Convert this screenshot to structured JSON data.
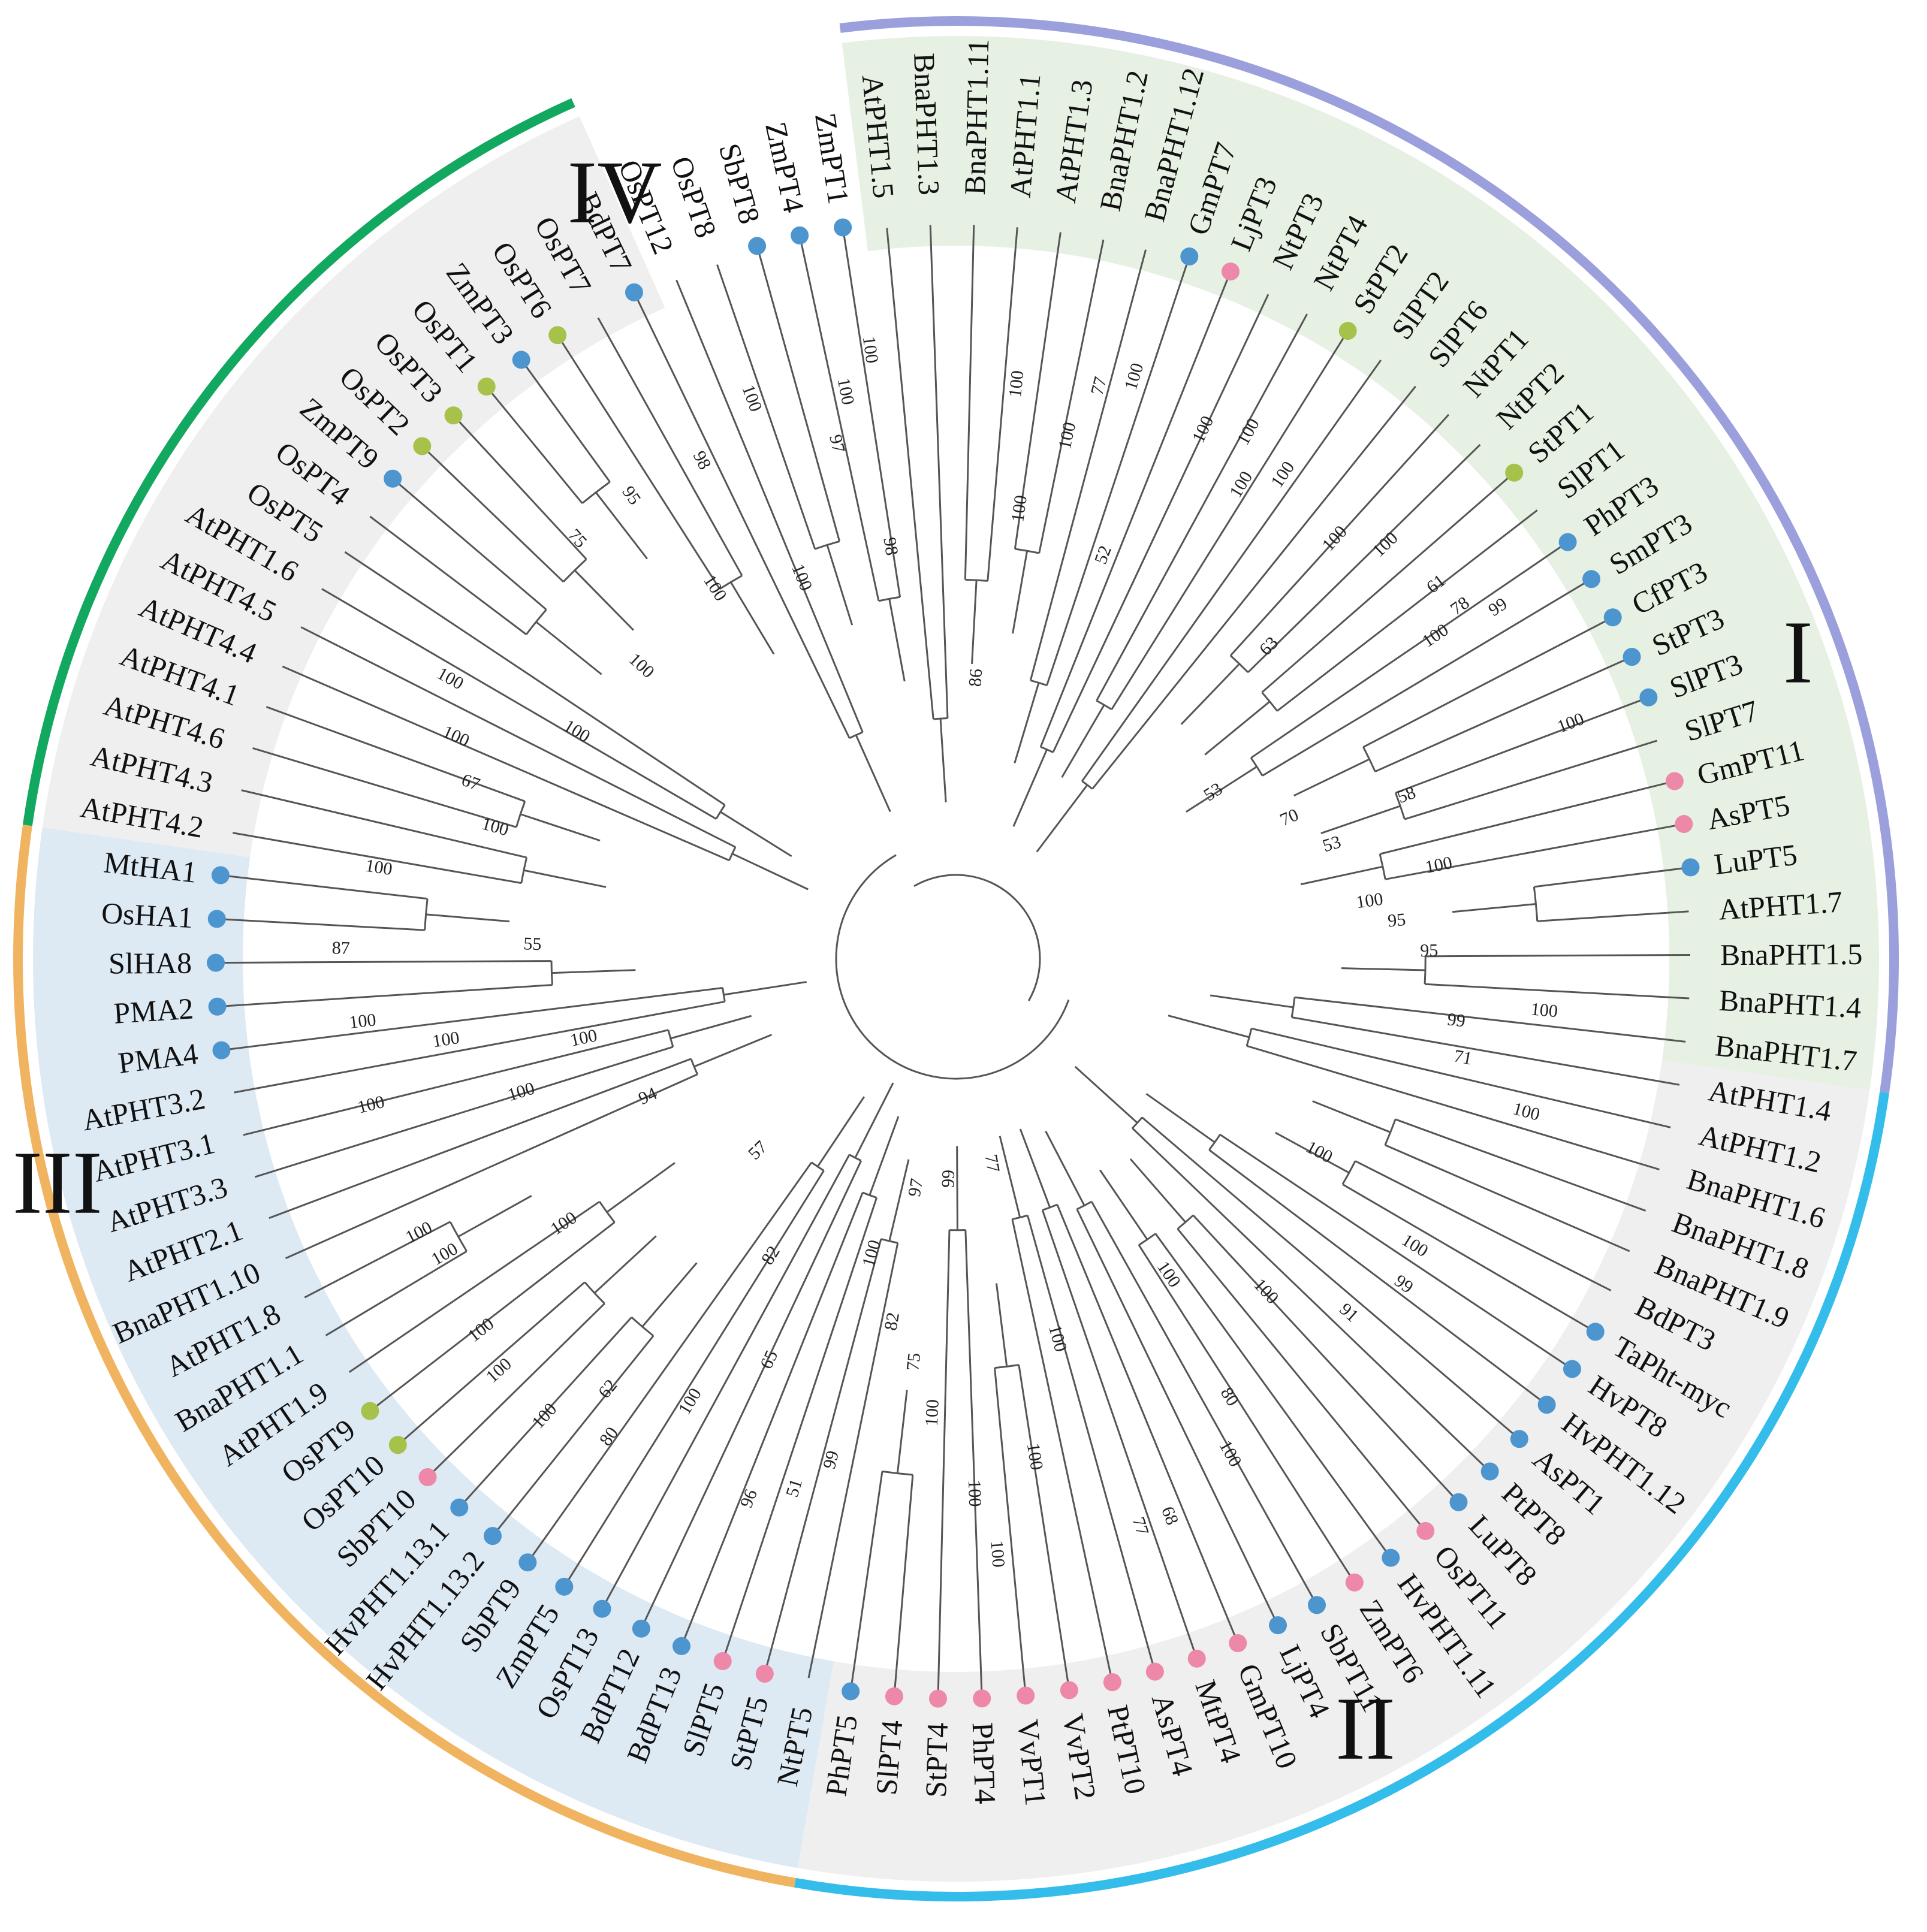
{
  "diagram": {
    "type": "circular-phylogenetic-tree",
    "clades": [
      {
        "id": "I",
        "label": "I",
        "bg": "#e6f1e4",
        "ring": "#9b9fdc",
        "from": 0,
        "to": 30
      },
      {
        "id": "II",
        "label": "II",
        "bg": "#efefef",
        "ring": "#34bdea",
        "from": 31,
        "to": 57
      },
      {
        "id": "III",
        "label": "III",
        "bg": "#dde9f3",
        "ring": "#f0b460",
        "from": 58,
        "to": 83
      },
      {
        "id": "IV",
        "label": "IV",
        "bg": "#efefef",
        "ring": "#13a85f",
        "from": 84,
        "to": 100
      }
    ],
    "marker_colors": {
      "blue": "#4d95cf",
      "pink": "#ee88a8",
      "green": "#a6c24a"
    },
    "leaves": [
      {
        "label": "AtPHT1.5",
        "marker": null
      },
      {
        "label": "BnaPHT1.3",
        "marker": null
      },
      {
        "label": "BnaPHT1.11",
        "marker": null
      },
      {
        "label": "AtPHT1.1",
        "marker": null
      },
      {
        "label": "AtPHT1.3",
        "marker": null
      },
      {
        "label": "BnaPHT1.2",
        "marker": null
      },
      {
        "label": "BnaPHT1.12",
        "marker": null
      },
      {
        "label": "GmPT7",
        "marker": "blue"
      },
      {
        "label": "LjPT3",
        "marker": "pink"
      },
      {
        "label": "NtPT3",
        "marker": null
      },
      {
        "label": "NtPT4",
        "marker": null
      },
      {
        "label": "StPT2",
        "marker": "green"
      },
      {
        "label": "SlPT2",
        "marker": null
      },
      {
        "label": "SlPT6",
        "marker": null
      },
      {
        "label": "NtPT1",
        "marker": null
      },
      {
        "label": "NtPT2",
        "marker": null
      },
      {
        "label": "StPT1",
        "marker": "green"
      },
      {
        "label": "SlPT1",
        "marker": null
      },
      {
        "label": "PhPT3",
        "marker": "blue"
      },
      {
        "label": "SmPT3",
        "marker": "blue"
      },
      {
        "label": "CfPT3",
        "marker": "blue"
      },
      {
        "label": "StPT3",
        "marker": "blue"
      },
      {
        "label": "SlPT3",
        "marker": "blue"
      },
      {
        "label": "SlPT7",
        "marker": null
      },
      {
        "label": "GmPT11",
        "marker": "pink"
      },
      {
        "label": "AsPT5",
        "marker": "pink"
      },
      {
        "label": "LuPT5",
        "marker": "blue"
      },
      {
        "label": "AtPHT1.7",
        "marker": null
      },
      {
        "label": "BnaPHT1.5",
        "marker": null
      },
      {
        "label": "BnaPHT1.4",
        "marker": null
      },
      {
        "label": "BnaPHT1.7",
        "marker": null
      },
      {
        "label": "AtPHT1.4",
        "marker": null
      },
      {
        "label": "AtPHT1.2",
        "marker": null
      },
      {
        "label": "BnaPHT1.6",
        "marker": null
      },
      {
        "label": "BnaPHT1.8",
        "marker": null
      },
      {
        "label": "BnaPHT1.9",
        "marker": null
      },
      {
        "label": "BdPT3",
        "marker": null
      },
      {
        "label": "TaPht-myc",
        "marker": "blue"
      },
      {
        "label": "HvPT8",
        "marker": "blue"
      },
      {
        "label": "HvPHT1.12",
        "marker": "blue"
      },
      {
        "label": "AsPT1",
        "marker": "blue"
      },
      {
        "label": "PtPT8",
        "marker": "blue"
      },
      {
        "label": "LuPT8",
        "marker": "blue"
      },
      {
        "label": "OsPT11",
        "marker": "pink"
      },
      {
        "label": "HvPHT1.11",
        "marker": "blue"
      },
      {
        "label": "ZmPT6",
        "marker": "pink"
      },
      {
        "label": "SbPT11",
        "marker": "blue"
      },
      {
        "label": "LjPT4",
        "marker": "blue"
      },
      {
        "label": "GmPT10",
        "marker": "pink"
      },
      {
        "label": "MtPT4",
        "marker": "pink"
      },
      {
        "label": "AsPT4",
        "marker": "pink"
      },
      {
        "label": "PtPT10",
        "marker": "pink"
      },
      {
        "label": "VvPT2",
        "marker": "pink"
      },
      {
        "label": "VvPT1",
        "marker": "pink"
      },
      {
        "label": "PhPT4",
        "marker": "pink"
      },
      {
        "label": "StPT4",
        "marker": "pink"
      },
      {
        "label": "SlPT4",
        "marker": "pink"
      },
      {
        "label": "PhPT5",
        "marker": "blue"
      },
      {
        "label": "NtPT5",
        "marker": null
      },
      {
        "label": "StPT5",
        "marker": "pink"
      },
      {
        "label": "SlPT5",
        "marker": "pink"
      },
      {
        "label": "BdPT13",
        "marker": "blue"
      },
      {
        "label": "BdPT12",
        "marker": "blue"
      },
      {
        "label": "OsPT13",
        "marker": "blue"
      },
      {
        "label": "ZmPT5",
        "marker": "blue"
      },
      {
        "label": "SbPT9",
        "marker": "blue"
      },
      {
        "label": "HvPHT1.13.2",
        "marker": "blue"
      },
      {
        "label": "HvPHT1.13.1",
        "marker": "blue"
      },
      {
        "label": "SbPT10",
        "marker": "pink"
      },
      {
        "label": "OsPT10",
        "marker": "green"
      },
      {
        "label": "OsPT9",
        "marker": "green"
      },
      {
        "label": "AtPHT1.9",
        "marker": null
      },
      {
        "label": "BnaPHT1.1",
        "marker": null
      },
      {
        "label": "AtPHT1.8",
        "marker": null
      },
      {
        "label": "BnaPHT1.10",
        "marker": null
      },
      {
        "label": "AtPHT2.1",
        "marker": null
      },
      {
        "label": "AtPHT3.3",
        "marker": null
      },
      {
        "label": "AtPHT3.1",
        "marker": null
      },
      {
        "label": "AtPHT3.2",
        "marker": null
      },
      {
        "label": "PMA4",
        "marker": "blue"
      },
      {
        "label": "PMA2",
        "marker": "blue"
      },
      {
        "label": "SlHA8",
        "marker": "blue"
      },
      {
        "label": "OsHA1",
        "marker": "blue"
      },
      {
        "label": "MtHA1",
        "marker": "blue"
      },
      {
        "label": "AtPHT4.2",
        "marker": null
      },
      {
        "label": "AtPHT4.3",
        "marker": null
      },
      {
        "label": "AtPHT4.6",
        "marker": null
      },
      {
        "label": "AtPHT4.1",
        "marker": null
      },
      {
        "label": "AtPHT4.4",
        "marker": null
      },
      {
        "label": "AtPHT4.5",
        "marker": null
      },
      {
        "label": "AtPHT1.6",
        "marker": null
      },
      {
        "label": "OsPT5",
        "marker": null
      },
      {
        "label": "OsPT4",
        "marker": null
      },
      {
        "label": "ZmPT9",
        "marker": "blue"
      },
      {
        "label": "OsPT2",
        "marker": "green"
      },
      {
        "label": "OsPT3",
        "marker": "green"
      },
      {
        "label": "OsPT1",
        "marker": "green"
      },
      {
        "label": "ZmPT3",
        "marker": "blue"
      },
      {
        "label": "OsPT6",
        "marker": "green"
      },
      {
        "label": "OsPT7",
        "marker": null
      },
      {
        "label": "BdPT7",
        "marker": "blue"
      },
      {
        "label": "OsPT12",
        "marker": null
      },
      {
        "label": "OsPT8",
        "marker": null
      },
      {
        "label": "SbPT8",
        "marker": "blue"
      },
      {
        "label": "ZmPT4",
        "marker": "blue"
      },
      {
        "label": "ZmPT1",
        "marker": "blue"
      }
    ],
    "bootstrap": [
      {
        "value": "100",
        "angle": 8,
        "r": 0.62
      },
      {
        "value": "100",
        "angle": 6,
        "r": 0.82
      },
      {
        "value": "100",
        "angle": 12,
        "r": 0.75
      },
      {
        "value": "77",
        "angle": 14,
        "r": 0.84
      },
      {
        "value": "100",
        "angle": 17,
        "r": 0.87
      },
      {
        "value": "52",
        "angle": 20,
        "r": 0.58
      },
      {
        "value": "86",
        "angle": 4,
        "r": 0.34
      },
      {
        "value": "100",
        "angle": 25,
        "r": 0.83
      },
      {
        "value": "100",
        "angle": 29,
        "r": 0.86
      },
      {
        "value": "100",
        "angle": 31,
        "r": 0.78
      },
      {
        "value": "100",
        "angle": 34,
        "r": 0.83
      },
      {
        "value": "100",
        "angle": 42,
        "r": 0.8
      },
      {
        "value": "100",
        "angle": 46,
        "r": 0.85
      },
      {
        "value": "63",
        "angle": 45,
        "r": 0.6
      },
      {
        "value": "61",
        "angle": 52,
        "r": 0.87
      },
      {
        "value": "78",
        "angle": 55,
        "r": 0.88
      },
      {
        "value": "99",
        "angle": 57,
        "r": 0.93
      },
      {
        "value": "100",
        "angle": 56,
        "r": 0.82
      },
      {
        "value": "53",
        "angle": 57,
        "r": 0.38
      },
      {
        "value": "58",
        "angle": 70,
        "r": 0.66
      },
      {
        "value": "100",
        "angle": 69,
        "r": 0.95
      },
      {
        "value": "70",
        "angle": 67,
        "r": 0.47
      },
      {
        "value": "53",
        "angle": 73,
        "r": 0.52
      },
      {
        "value": "100",
        "angle": 79,
        "r": 0.68
      },
      {
        "value": "100",
        "angle": 82,
        "r": 0.56
      },
      {
        "value": "95",
        "angle": 85,
        "r": 0.6
      },
      {
        "value": "95",
        "angle": 89,
        "r": 0.65
      },
      {
        "value": "100",
        "angle": 95,
        "r": 0.84
      },
      {
        "value": "99",
        "angle": 97,
        "r": 0.7
      },
      {
        "value": "71",
        "angle": 101,
        "r": 0.72
      },
      {
        "value": "100",
        "angle": 105,
        "r": 0.84
      },
      {
        "value": "100",
        "angle": 118,
        "r": 0.55
      },
      {
        "value": "100",
        "angle": 122,
        "r": 0.76
      },
      {
        "value": "99",
        "angle": 126,
        "r": 0.78
      },
      {
        "value": "91",
        "angle": 132,
        "r": 0.74
      },
      {
        "value": "100",
        "angle": 137,
        "r": 0.62
      },
      {
        "value": "80",
        "angle": 148,
        "r": 0.72
      },
      {
        "value": "100",
        "angle": 151,
        "r": 0.8
      },
      {
        "value": "100",
        "angle": 146,
        "r": 0.5
      },
      {
        "value": "68",
        "angle": 159,
        "r": 0.85
      },
      {
        "value": "77",
        "angle": 162,
        "r": 0.85
      },
      {
        "value": "100",
        "angle": 165,
        "r": 0.52
      },
      {
        "value": "100",
        "angle": 171,
        "r": 0.7
      },
      {
        "value": "100",
        "angle": 178,
        "r": 0.75
      },
      {
        "value": "100",
        "angle": 176,
        "r": 0.85
      },
      {
        "value": "100",
        "angle": 183,
        "r": 0.62
      },
      {
        "value": "75",
        "angle": 186,
        "r": 0.54
      },
      {
        "value": "82",
        "angle": 190,
        "r": 0.48
      },
      {
        "value": "100",
        "angle": 196,
        "r": 0.38
      },
      {
        "value": "97",
        "angle": 190,
        "r": 0.26
      },
      {
        "value": "77",
        "angle": 170,
        "r": 0.22
      },
      {
        "value": "99",
        "angle": 182,
        "r": 0.24
      },
      {
        "value": "99",
        "angle": 194,
        "r": 0.72
      },
      {
        "value": "51",
        "angle": 197,
        "r": 0.78
      },
      {
        "value": "96",
        "angle": 201,
        "r": 0.82
      },
      {
        "value": "65",
        "angle": 205,
        "r": 0.6
      },
      {
        "value": "100",
        "angle": 211,
        "r": 0.72
      },
      {
        "value": "80",
        "angle": 216,
        "r": 0.84
      },
      {
        "value": "62",
        "angle": 219,
        "r": 0.78
      },
      {
        "value": "100",
        "angle": 222,
        "r": 0.88
      },
      {
        "value": "82",
        "angle": 212,
        "r": 0.45
      },
      {
        "value": "57",
        "angle": 226,
        "r": 0.33
      },
      {
        "value": "100",
        "angle": 228,
        "r": 0.88
      },
      {
        "value": "100",
        "angle": 232,
        "r": 0.86
      },
      {
        "value": "100",
        "angle": 236,
        "r": 0.65
      },
      {
        "value": "100",
        "angle": 240,
        "r": 0.84
      },
      {
        "value": "100",
        "angle": 243,
        "r": 0.86
      },
      {
        "value": "94",
        "angle": 246,
        "r": 0.43
      },
      {
        "value": "100",
        "angle": 253,
        "r": 0.62
      },
      {
        "value": "100",
        "angle": 256,
        "r": 0.86
      },
      {
        "value": "100",
        "angle": 261,
        "r": 0.72
      },
      {
        "value": "100",
        "angle": 264,
        "r": 0.85
      },
      {
        "value": "87",
        "angle": 271,
        "r": 0.88
      },
      {
        "value": "100",
        "angle": 258,
        "r": 0.5
      },
      {
        "value": "55",
        "angle": 272,
        "r": 0.57
      },
      {
        "value": "100",
        "angle": 279,
        "r": 0.83
      },
      {
        "value": "100",
        "angle": 286,
        "r": 0.66
      },
      {
        "value": "67",
        "angle": 290,
        "r": 0.72
      },
      {
        "value": "100",
        "angle": 294,
        "r": 0.77
      },
      {
        "value": "100",
        "angle": 299,
        "r": 0.82
      },
      {
        "value": "100",
        "angle": 301,
        "r": 0.6
      },
      {
        "value": "100",
        "angle": 313,
        "r": 0.58
      },
      {
        "value": "75",
        "angle": 318,
        "r": 0.8
      },
      {
        "value": "95",
        "angle": 325,
        "r": 0.8
      },
      {
        "value": "98",
        "angle": 333,
        "r": 0.79
      },
      {
        "value": "100",
        "angle": 327,
        "r": 0.6
      },
      {
        "value": "100",
        "angle": 340,
        "r": 0.85
      },
      {
        "value": "100",
        "angle": 338,
        "r": 0.55
      },
      {
        "value": "97",
        "angle": 347,
        "r": 0.74
      },
      {
        "value": "100",
        "angle": 349,
        "r": 0.82
      },
      {
        "value": "100",
        "angle": 352,
        "r": 0.88
      },
      {
        "value": "98",
        "angle": 351,
        "r": 0.56
      }
    ]
  }
}
